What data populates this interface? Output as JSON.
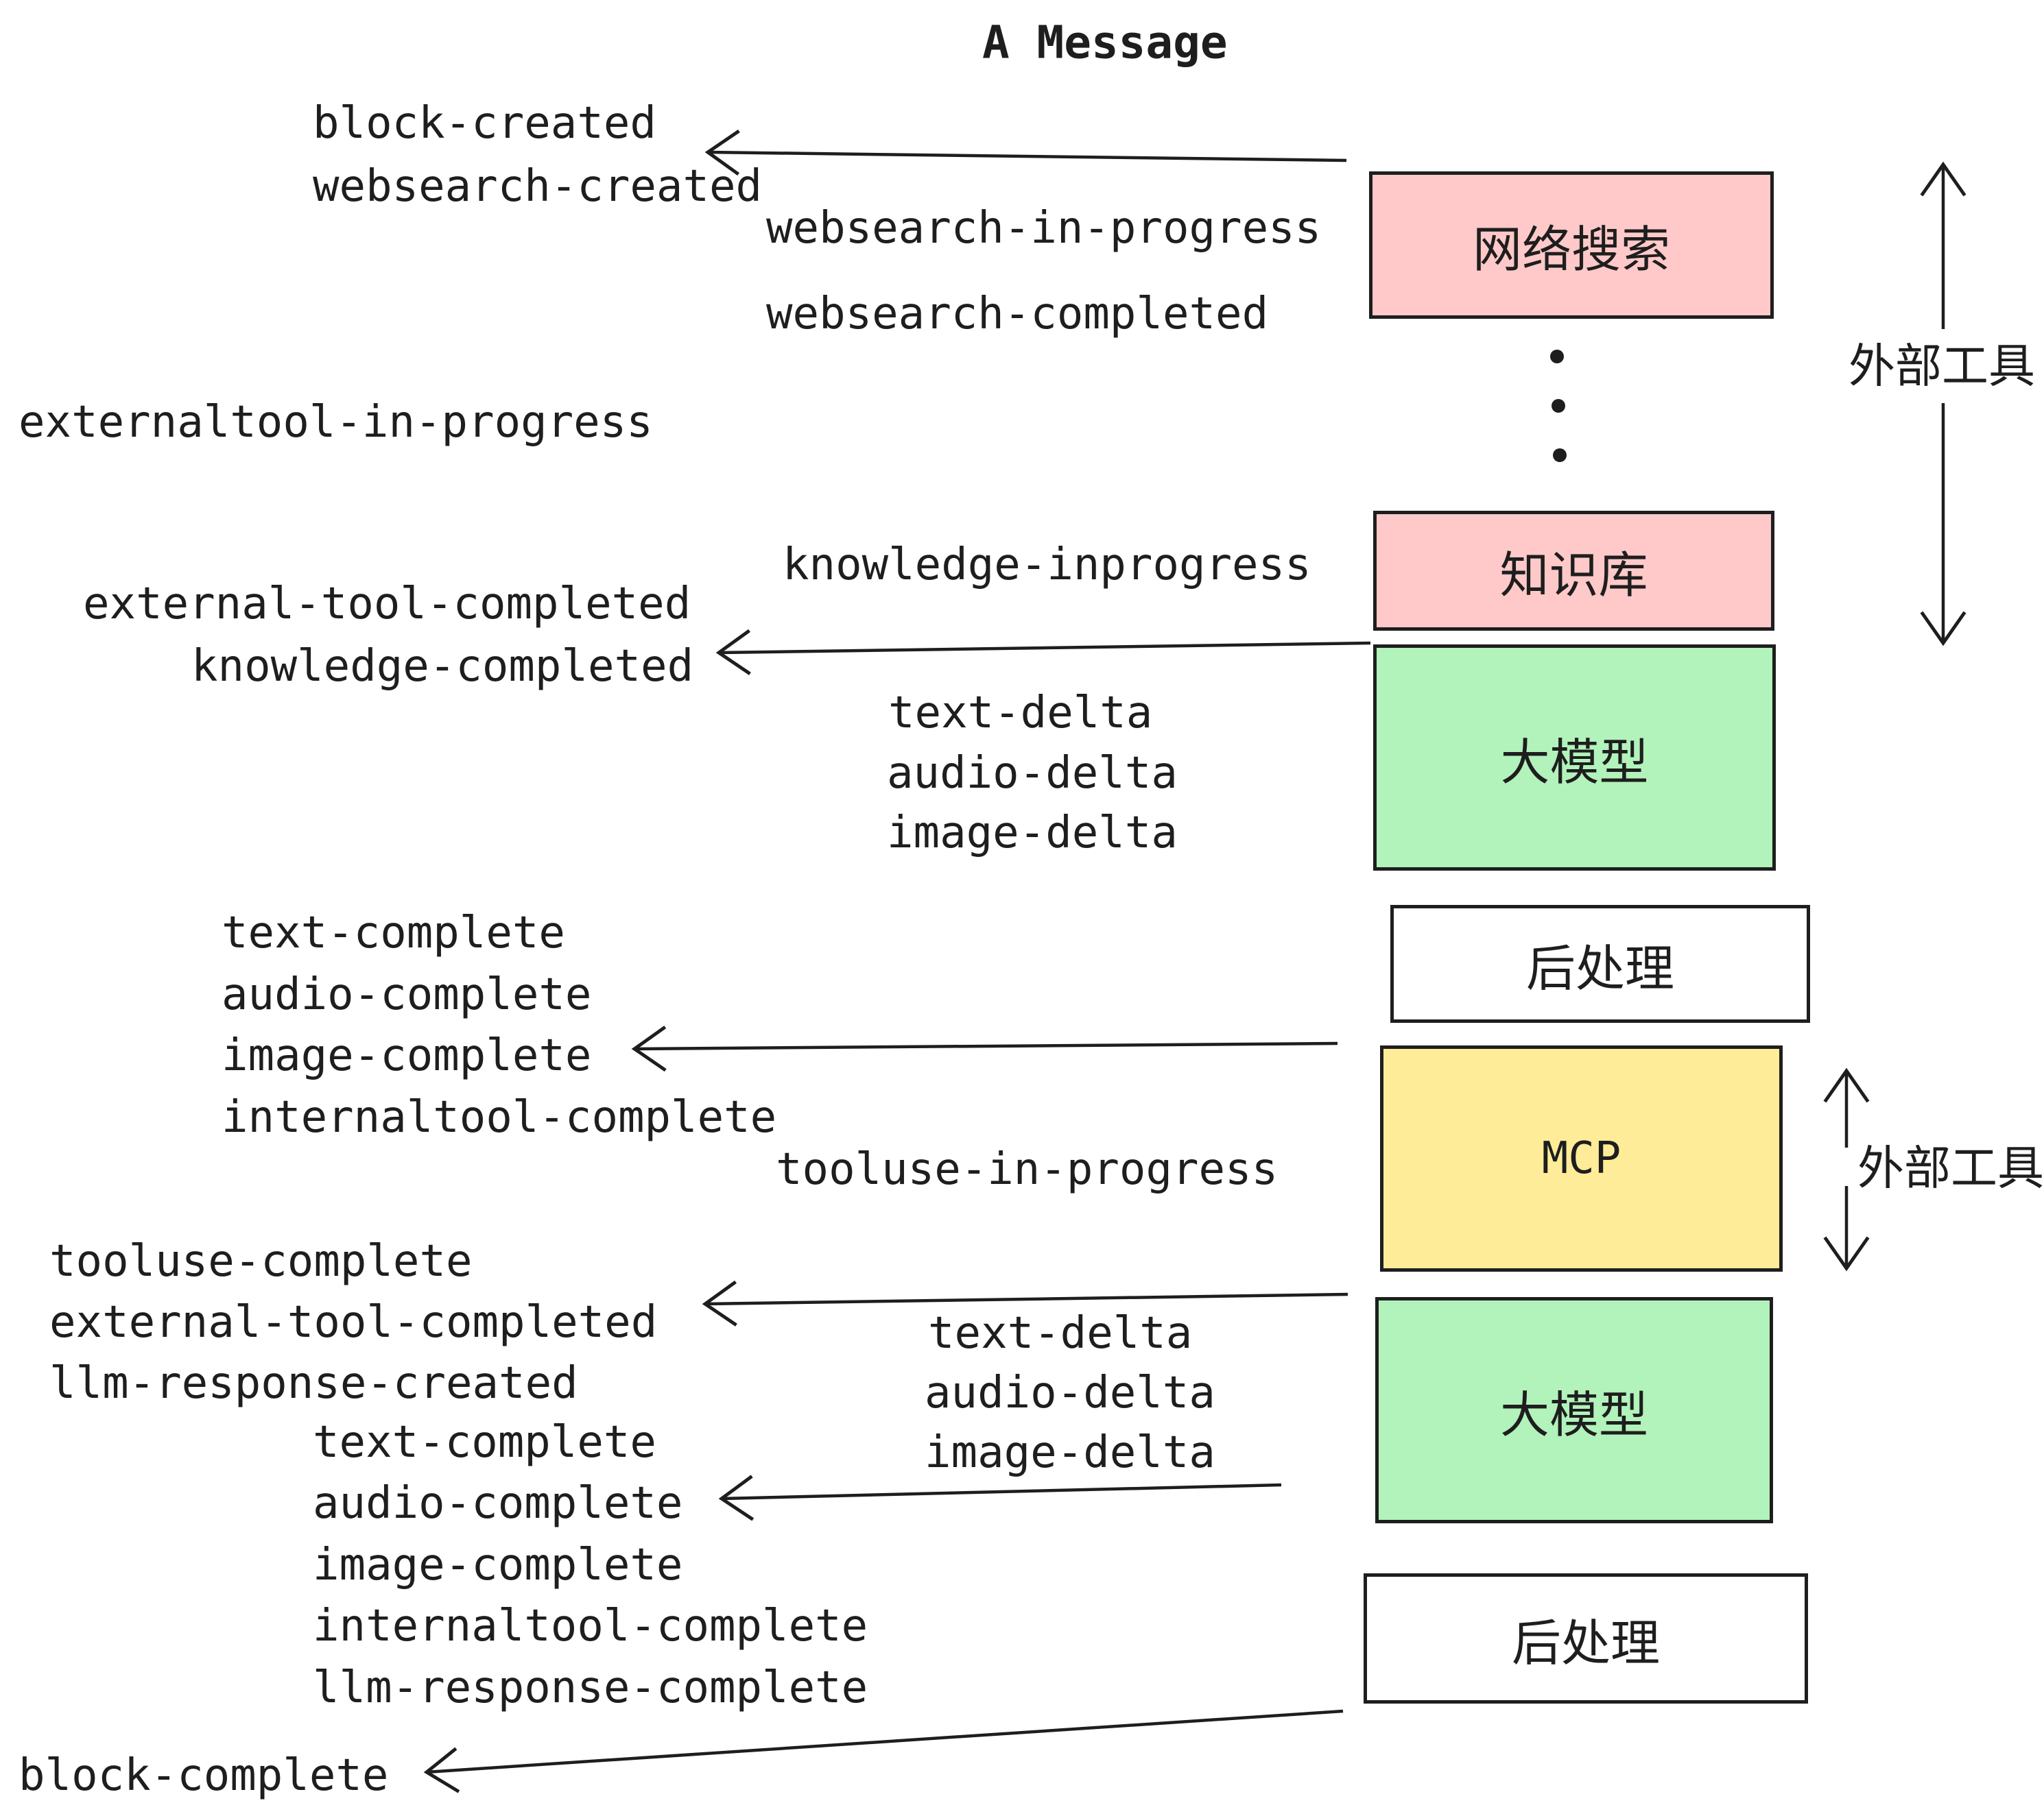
{
  "title": "A Message",
  "colors": {
    "pink": "#ffc9c9",
    "green": "#b2f2bb",
    "yellow": "#ffec99",
    "white": "#ffffff",
    "stroke": "#1e1e1e"
  },
  "boxes": [
    {
      "label": "网络搜索",
      "fill": "#ffc9c9"
    },
    {
      "label": "知识库",
      "fill": "#ffc9c9"
    },
    {
      "label": "大模型",
      "fill": "#b2f2bb"
    },
    {
      "label": "后处理",
      "fill": "#ffffff"
    },
    {
      "label": "MCP",
      "fill": "#ffec99"
    },
    {
      "label": "大模型",
      "fill": "#b2f2bb"
    },
    {
      "label": "后处理",
      "fill": "#ffffff"
    }
  ],
  "side_labels": [
    {
      "text": "外部工具"
    },
    {
      "text": "外部工具"
    }
  ],
  "events": [
    {
      "text": "block-created"
    },
    {
      "text": "websearch-created"
    },
    {
      "text": "websearch-in-progress"
    },
    {
      "text": "websearch-completed"
    },
    {
      "text": "externaltool-in-progress"
    },
    {
      "text": "knowledge-inprogress"
    },
    {
      "text": "external-tool-completed"
    },
    {
      "text": "knowledge-completed"
    },
    {
      "text": "text-delta"
    },
    {
      "text": "audio-delta"
    },
    {
      "text": "image-delta"
    },
    {
      "text": "text-complete"
    },
    {
      "text": "audio-complete"
    },
    {
      "text": "image-complete"
    },
    {
      "text": "internaltool-complete"
    },
    {
      "text": "tooluse-in-progress"
    },
    {
      "text": "tooluse-complete"
    },
    {
      "text": "external-tool-completed"
    },
    {
      "text": "llm-response-created"
    },
    {
      "text": "text-delta"
    },
    {
      "text": "audio-delta"
    },
    {
      "text": "image-delta"
    },
    {
      "text": "text-complete"
    },
    {
      "text": "audio-complete"
    },
    {
      "text": "image-complete"
    },
    {
      "text": "internaltool-complete"
    },
    {
      "text": "llm-response-complete"
    },
    {
      "text": "block-complete"
    }
  ]
}
